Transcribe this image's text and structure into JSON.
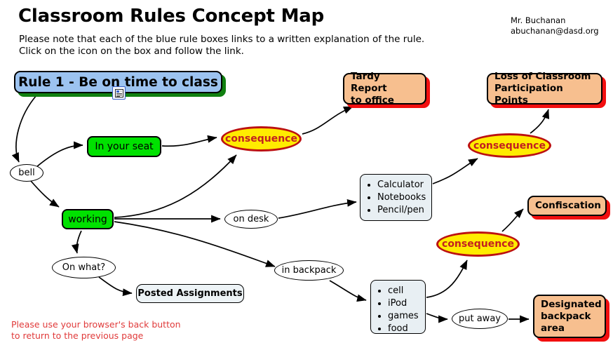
{
  "page": {
    "title": "Classroom Rules Concept Map",
    "intro_line1": "Please note that each of the blue rule boxes links to a written explanation of the rule.",
    "intro_line2": "Click on the icon on the box and follow the link.",
    "author_name": "Mr. Buchanan",
    "author_email": "abuchanan@dasd.org",
    "footer_line1": "Please use your browser's back button",
    "footer_line2": "to return to the previous page"
  },
  "colors": {
    "rule_box_fill": "#9CC3F0",
    "rule_box_shadow": "#108010",
    "green_fill": "#00E100",
    "orange_fill": "#F7BF8F",
    "orange_shadow": "#F20F0F",
    "consequence_fill": "#FFEC00",
    "consequence_border": "#BC1111",
    "consequence_text": "#C22020",
    "list_box_fill": "#E8EFF3",
    "footer_text": "#E03A3A"
  },
  "nodes": {
    "rule1": {
      "label": "Rule 1 - Be on time to class",
      "icon": "document-link-icon"
    },
    "in_your_seat": {
      "label": "In your seat"
    },
    "working": {
      "label": "working"
    },
    "bell": {
      "label": "bell"
    },
    "on_what": {
      "label": "On what?"
    },
    "on_desk": {
      "label": "on desk"
    },
    "in_backpack": {
      "label": "in backpack"
    },
    "put_away": {
      "label": "put away"
    },
    "posted_assignments": {
      "label": "Posted Assignments"
    },
    "tardy_report": {
      "label": "Tardy Report\nto office"
    },
    "loss_points": {
      "label": "Loss of Classroom\nParticipation Points"
    },
    "confiscation": {
      "label": "Confiscation"
    },
    "designated_backpack": {
      "label": "Designated\nbackpack\narea"
    },
    "consequence_1": {
      "label": "consequence"
    },
    "consequence_2": {
      "label": "consequence"
    },
    "consequence_3": {
      "label": "consequence"
    },
    "supplies_list": {
      "items": [
        "Calculator",
        "Notebooks",
        "Pencil/pen"
      ]
    },
    "distractions_list": {
      "items": [
        "cell",
        "iPod",
        "games",
        "food"
      ]
    }
  }
}
